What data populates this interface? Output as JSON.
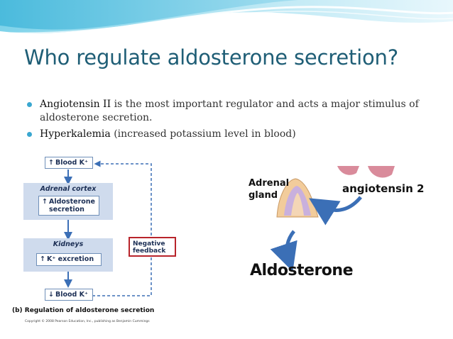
{
  "slide": {
    "title": "Who regulate aldosterone secretion?",
    "bullets": [
      {
        "term": "Angiotensin II",
        "text": " is the most important regulator and acts a major stimulus of aldosterone secretion."
      },
      {
        "term": "Hyperkalemia",
        "text": " (increased potassium level in blood)"
      }
    ]
  },
  "left_diagram": {
    "top_box": "Blood K⁺",
    "panel1_label": "Adrenal cortex",
    "panel1_box_line1": "Aldosterone",
    "panel1_box_line2": "secretion",
    "panel2_label": "Kidneys",
    "panel2_box": "K⁺ excretion",
    "bottom_box": "Blood K⁺",
    "up_arrow": "↑",
    "down_arrow": "↓",
    "feedback_line1": "Negative",
    "feedback_line2": "feedback",
    "caption": "(b) Regulation of aldosterone secretion",
    "copyright": "Copyright © 2008 Pearson Education, Inc., publishing as Benjamin Cummings"
  },
  "right_diagram": {
    "adrenal_line1": "Adrenal",
    "adrenal_line2": "gland",
    "angiotensin": "angiotensin 2",
    "aldosterone": "Aldosterone"
  },
  "colors": {
    "title": "#1f5e76",
    "bullet_dot": "#3aa7d0",
    "panel": "#cfdbed",
    "feedback_border": "#b8242b",
    "arrow_blue": "#3b6fb6"
  }
}
